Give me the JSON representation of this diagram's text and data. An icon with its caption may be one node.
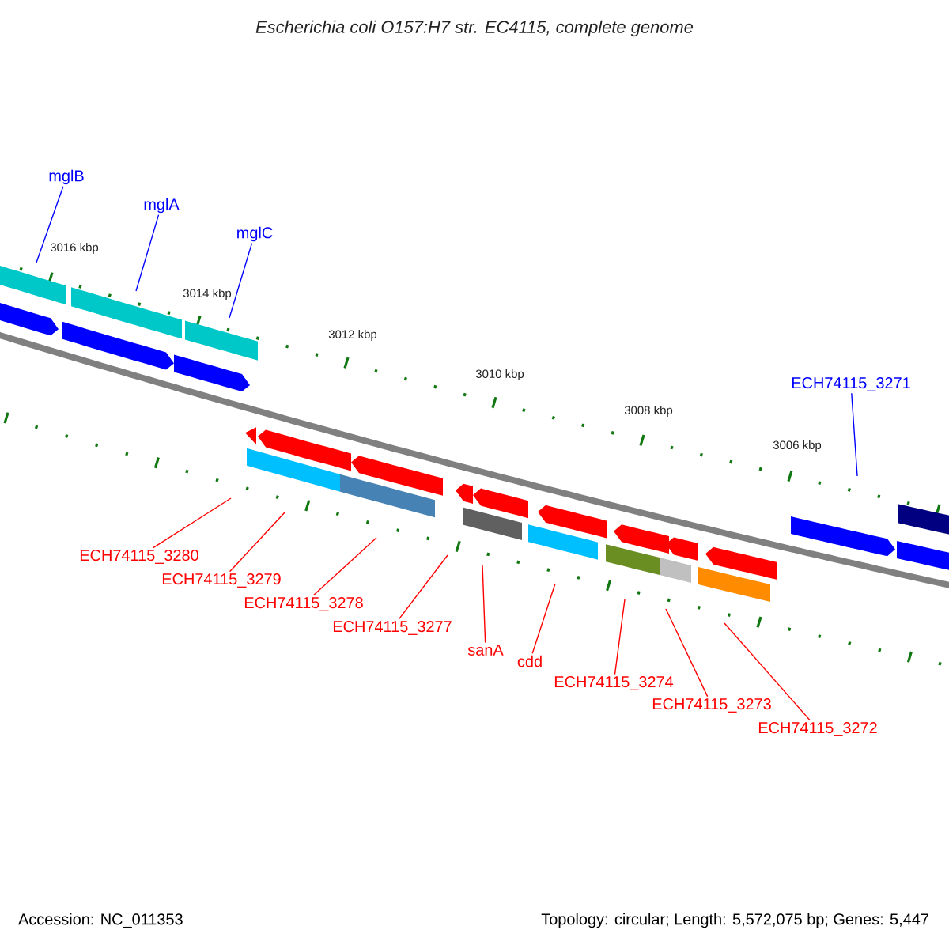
{
  "diagram": {
    "title": "Escherichia coli O157:H7 str. EC4115, complete genome",
    "nodes": [
      {
        "text": [
          "mglB"
        ]
      },
      {
        "text": [
          "mglA"
        ]
      },
      {
        "text": [
          "mglC"
        ]
      },
      {
        "text": [
          "ECH74115_3271"
        ]
      },
      {
        "text": [
          "ECH74115_3280"
        ]
      },
      {
        "text": [
          "ECH74115_3279"
        ]
      },
      {
        "text": [
          "ECH74115_3278"
        ]
      },
      {
        "text": [
          "ECH74115_3277"
        ]
      },
      {
        "text": [
          "sanA"
        ]
      },
      {
        "text": [
          "cdd"
        ]
      },
      {
        "text": [
          "ECH74115_3274"
        ]
      },
      {
        "text": [
          "ECH74115_3273"
        ]
      },
      {
        "text": [
          "ECH74115_3272"
        ]
      }
    ],
    "edges": [
      {
        "from": 0,
        "to": null,
        "arrow": "none",
        "color": "#0000ff"
      },
      {
        "from": 1,
        "to": null,
        "arrow": "none",
        "color": "#0000ff"
      },
      {
        "from": 2,
        "to": null,
        "arrow": "none",
        "color": "#0000ff"
      },
      {
        "from": 3,
        "to": null,
        "arrow": "none",
        "color": "#0000ff"
      },
      {
        "from": 4,
        "to": null,
        "arrow": "none"
      },
      {
        "from": 5,
        "to": null,
        "arrow": "none"
      },
      {
        "from": 6,
        "to": null,
        "arrow": "none"
      },
      {
        "from": 7,
        "to": null,
        "arrow": "none"
      },
      {
        "from": 8,
        "to": null,
        "arrow": "none"
      },
      {
        "from": 9,
        "to": null,
        "arrow": "none"
      },
      {
        "from": 10,
        "to": null,
        "arrow": "none"
      },
      {
        "from": 11,
        "to": null,
        "arrow": "none"
      },
      {
        "from": 12,
        "to": null,
        "arrow": "none"
      }
    ],
    "labels": [
      "3016 kbp",
      "3014 kbp",
      "3012 kbp",
      "3010 kbp",
      "3008 kbp",
      "3006 kbp",
      "Accession: NC_011353",
      "Topology: circular; Length: 5,572,075 bp; Genes: 5,447"
    ]
  }
}
